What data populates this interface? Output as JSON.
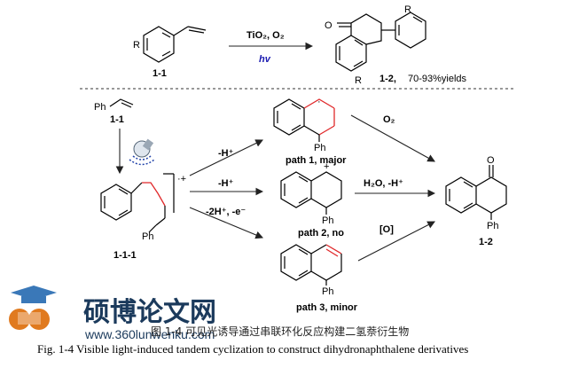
{
  "top_reaction": {
    "reactant_label": "1-1",
    "reactant_substituent": "R",
    "reagent_top": "TiO₂, O₂",
    "reagent_bottom": "hv",
    "product_label": "1-2,",
    "product_yield": "70-93%yields",
    "product_substituent_top": "R",
    "product_substituent_bottom": "R",
    "product_carbonyl": "O"
  },
  "mechanism": {
    "start_group": "Ph",
    "start_label": "1-1",
    "intermediate_label": "1-1-1",
    "intermediate_group": "Ph",
    "intermediate_charge": "·+",
    "step_minus_h": "-H⁺",
    "step_minus_h2": "-H⁺",
    "step_minus_2h_e": "-2H⁺, -e⁻",
    "path1_label": "path 1, major",
    "path1_group": "Ph",
    "path1_radical": "·",
    "path2_label": "path 2, no",
    "path2_group": "Ph",
    "path2_charge": "+",
    "path3_label": "path 3, minor",
    "path3_group": "Ph",
    "reagent_o2": "O₂",
    "reagent_h2o": "H₂O, -H⁺",
    "reagent_ox": "[O]",
    "product_label": "1-2",
    "product_group": "Ph",
    "product_carbonyl": "O"
  },
  "watermark": {
    "site_name": "硕博论文网",
    "url": "www.360lunwenku.com"
  },
  "caption": {
    "chinese": "图 1-4 可见光诱导通过串联环化反应构建二氢萘衍生物",
    "english": "Fig. 1-4 Visible light-induced tandem cyclization to construct dihydronaphthalene derivatives"
  }
}
